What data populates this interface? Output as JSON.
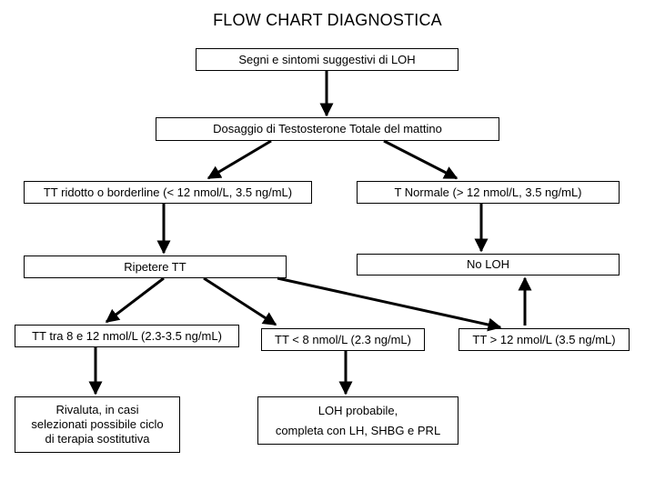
{
  "title": "FLOW CHART DIAGNOSTICA",
  "nodes": {
    "symptoms": "Segni e sintomi suggestivi di LOH",
    "total_testosterone": "Dosaggio di Testosterone Totale del mattino",
    "tt_reduced": "TT ridotto o borderline (< 12 nmol/L, 3.5 ng/mL)",
    "t_normal": "T Normale (> 12 nmol/L, 3.5 ng/mL)",
    "repeat_tt": "Ripetere TT",
    "no_loh": "No LOH",
    "tt_8_12": "TT tra 8 e 12 nmol/L (2.3-3.5 ng/mL)",
    "tt_lt8": "TT < 8 nmol/L (2.3 ng/mL)",
    "tt_gt12": "TT > 12 nmol/L (3.5 ng/mL)",
    "reevaluate": {
      "line1": "Rivaluta, in casi",
      "line2": "selezionati possibile ciclo",
      "line3": "di terapia sostitutiva"
    },
    "probable_loh": {
      "line1": "LOH probabile,",
      "line2": "completa con LH, SHBG e PRL"
    }
  }
}
